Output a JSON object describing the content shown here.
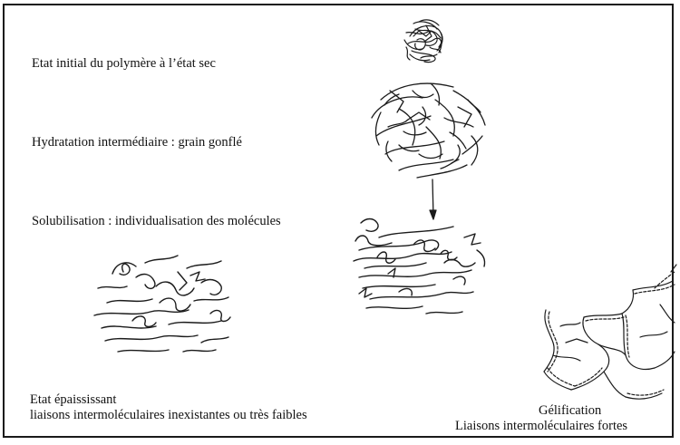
{
  "stages": {
    "dry": {
      "label": "Etat initial du polymère à l’état sec"
    },
    "hydration": {
      "label": "Hydratation intermédiaire : grain gonflé"
    },
    "solubilisation": {
      "label": "Solubilisation : individualisation des molécules"
    },
    "thickening": {
      "line1": "Etat épaississant",
      "line2": "liaisons intermoléculaires inexistantes ou très faibles"
    },
    "gelification": {
      "title": "Gélification",
      "subtitle": "Liaisons intermoléculaires fortes"
    }
  },
  "ink_color": "#1b1b1b"
}
